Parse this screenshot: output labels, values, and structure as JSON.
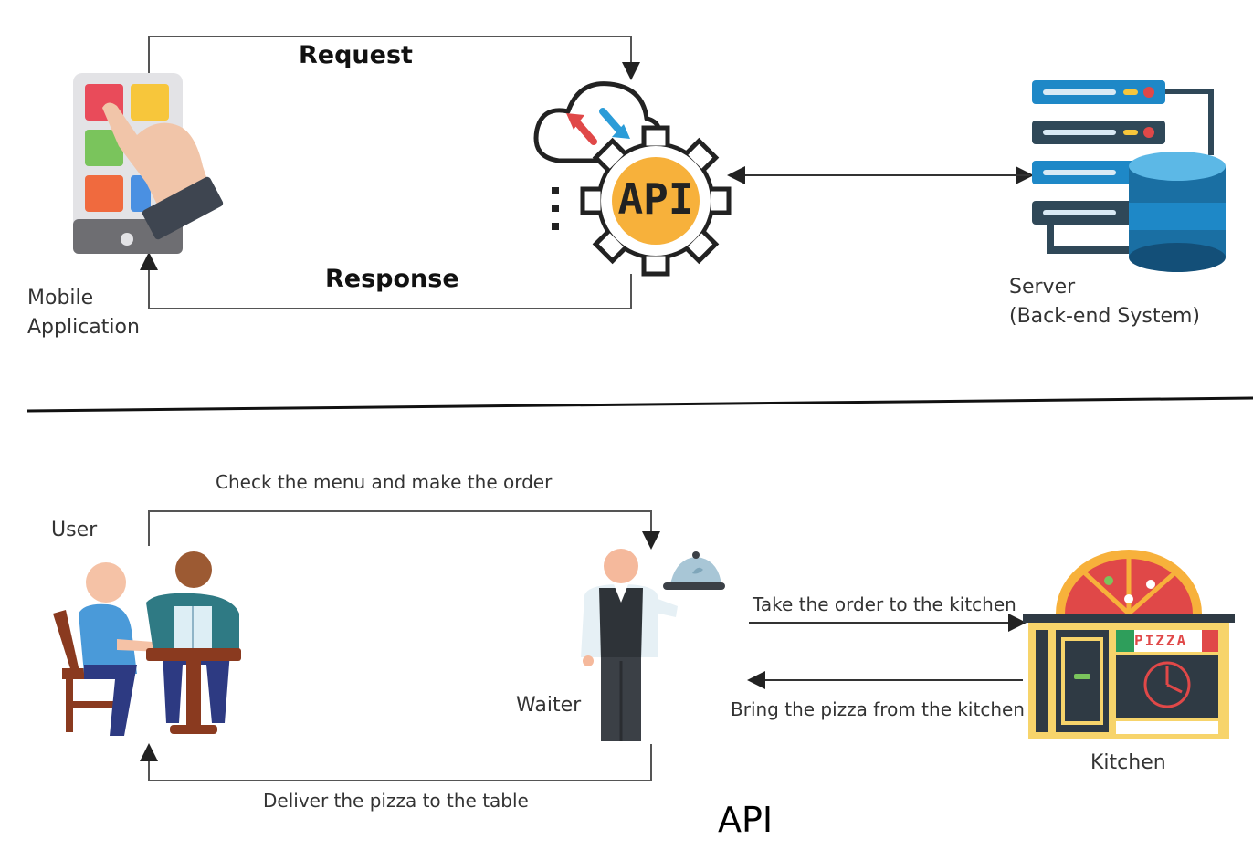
{
  "top": {
    "request_label": "Request",
    "response_label": "Response",
    "mobile_line1": "Mobile",
    "mobile_line2": "Application",
    "api_badge": "API",
    "server_line1": "Server",
    "server_line2": "(Back-end System)"
  },
  "bottom": {
    "user_label": "User",
    "order_label": "Check the menu and make the order",
    "waiter_label": "Waiter",
    "take_order_label": "Take the order to the kitchen",
    "bring_pizza_label": "Bring the pizza from  the kitchen",
    "pizza_sign": "PIZZA",
    "kitchen_label": "Kitchen",
    "deliver_label": "Deliver the pizza to the table"
  },
  "caption": "API",
  "colors": {
    "line": "#555555",
    "api_orange": "#F7B13B",
    "server_blue": "#1E88C7",
    "server_dark": "#2F4858",
    "pizza_red": "#E04848"
  }
}
